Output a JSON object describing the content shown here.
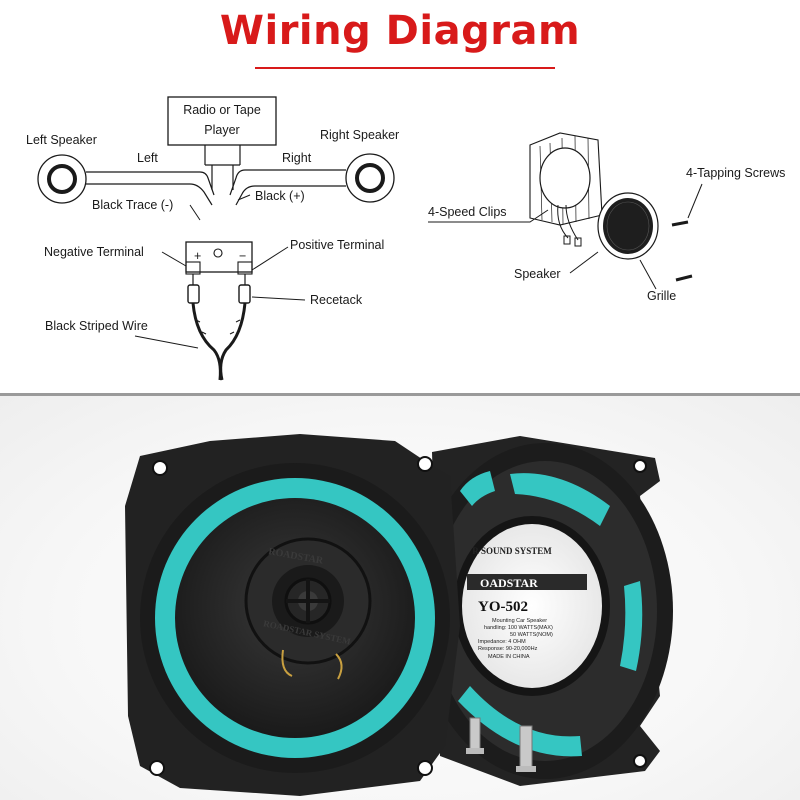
{
  "title": "Wiring Diagram",
  "colors": {
    "title": "#d81a1a",
    "accent_teal": "#35c6c2",
    "speaker_body": "#262626"
  },
  "wiring": {
    "radio_label": [
      "Radio or Tape",
      "Player"
    ],
    "left_speaker": "Left Speaker",
    "right_speaker": "Right Speaker",
    "left": "Left",
    "right": "Right",
    "black_trace": "Black  Trace (-)",
    "black_plus": "Black  (+)",
    "negative_terminal": "Negative Terminal",
    "positive_terminal": "Positive  Terminal",
    "terminal_plus": "+",
    "terminal_minus": "−",
    "recetack": "Recetack",
    "black_striped_wire": "Black  Striped Wire"
  },
  "mounting": {
    "tapping_screws": "4-Tapping Screws",
    "speed_clips": "4-Speed  Clips",
    "speaker": "Speaker",
    "grille": "Grille"
  },
  "product": {
    "front_brand": "ROADSTAR",
    "front_ring": "ROADSTAR SYSTEM",
    "label_ring_top": "R SOUND SYSTEM",
    "label_brand": "OADSTAR",
    "model": "YO-502",
    "spec_lines": [
      "Mounting Car Speaker",
      "handling: 100 WATTS(MAX)",
      "50 WATTS(NOM)",
      "Impedance: 4 OHM",
      "Response: 90-20,000Hz",
      "MADE IN CHINA"
    ]
  }
}
